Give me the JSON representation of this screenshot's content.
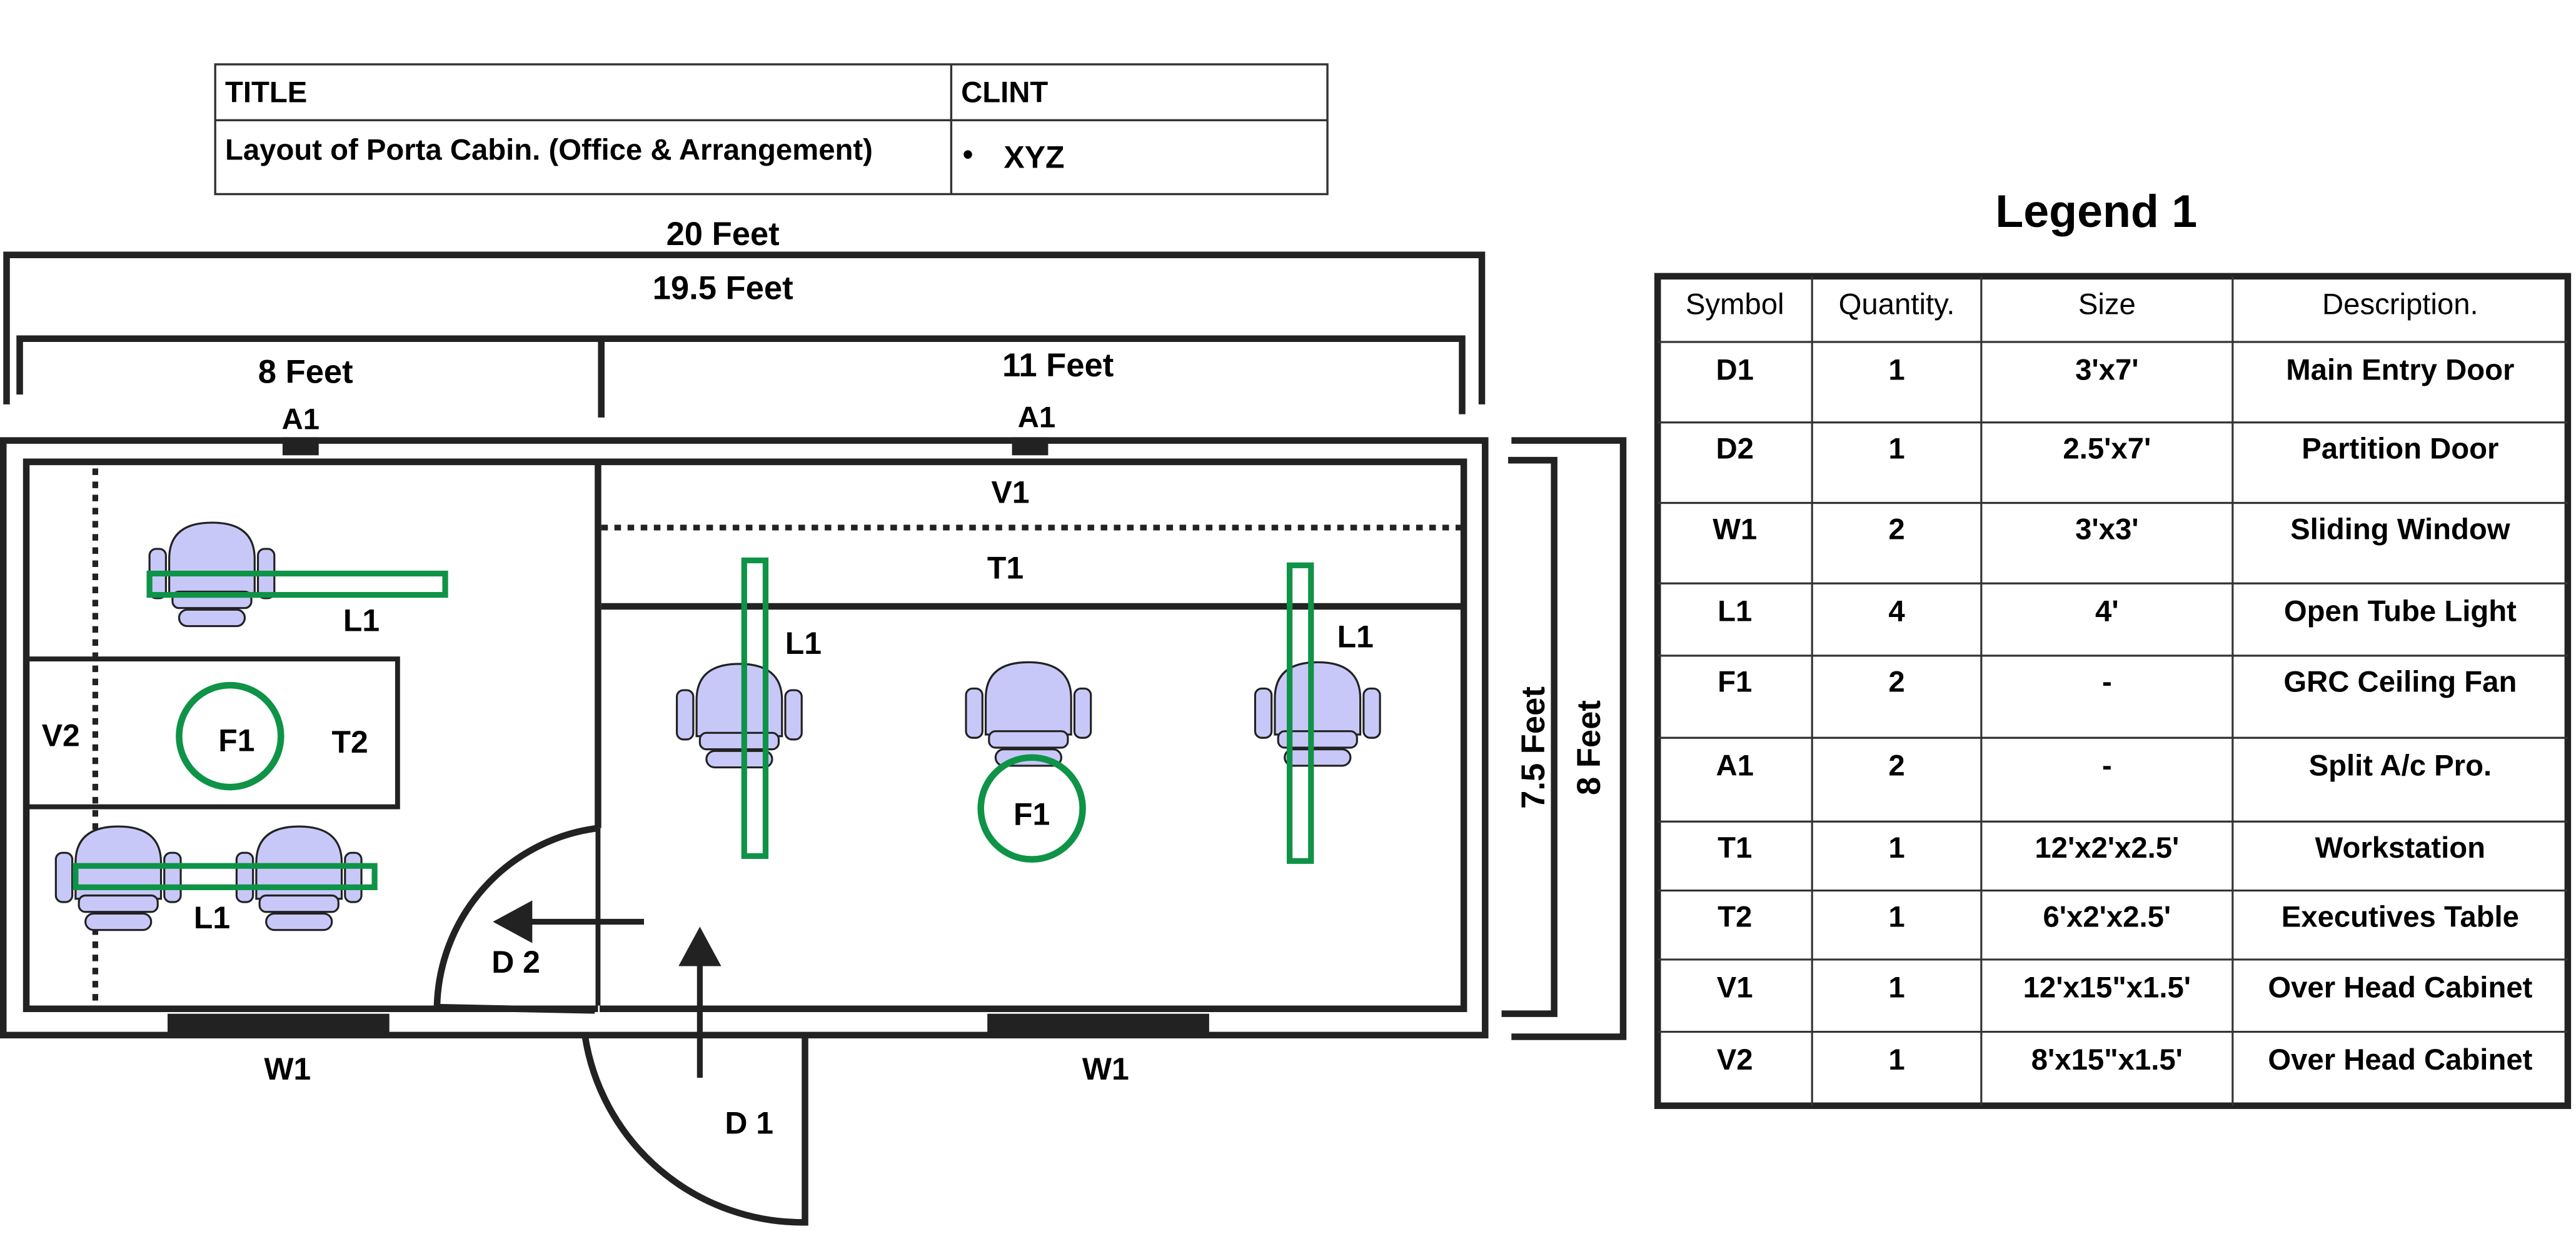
{
  "title_block": {
    "title_header": "TITLE",
    "client_header": "CLINT",
    "title_value": "Layout of Porta Cabin. (Office &  Arrangement)",
    "client_bullet": "•",
    "client_value": "XYZ"
  },
  "dimensions": {
    "overall_outer": "20 Feet",
    "overall_inner": "19.5 Feet",
    "left_room": "8 Feet",
    "right_room": "11 Feet",
    "depth_inner": "7.5 Feet",
    "depth_outer": "8 Feet"
  },
  "plan_labels": {
    "ac_left": "A1",
    "ac_right": "A1",
    "cabinet_v1": "V1",
    "workstation_t1": "T1",
    "cabinet_v2": "V2",
    "fan_left": "F1",
    "fan_right": "F1",
    "exec_table_t2": "T2",
    "light_left_top": "L1",
    "light_left_bottom": "L1",
    "light_right_1": "L1",
    "light_right_2": "L1",
    "door_d2": "D 2",
    "door_d1": "D 1",
    "window_left": "W1",
    "window_right": "W1"
  },
  "legend": {
    "title": "Legend 1",
    "columns": [
      "Symbol",
      "Quantity.",
      "Size",
      "Description."
    ],
    "rows": [
      {
        "symbol": "D1",
        "quantity": "1",
        "size": "3'x7'",
        "description": "Main Entry Door"
      },
      {
        "symbol": "D2",
        "quantity": "1",
        "size": "2.5'x7'",
        "description": "Partition Door"
      },
      {
        "symbol": "W1",
        "quantity": "2",
        "size": "3'x3'",
        "description": "Sliding Window"
      },
      {
        "symbol": "L1",
        "quantity": "4",
        "size": "4'",
        "description": "Open Tube Light"
      },
      {
        "symbol": "F1",
        "quantity": "2",
        "size": "-",
        "description": "GRC Ceiling Fan"
      },
      {
        "symbol": "A1",
        "quantity": "2",
        "size": "-",
        "description": "Split A/c Pro."
      },
      {
        "symbol": "T1",
        "quantity": "1",
        "size": "12'x2'x2.5'",
        "description": "Workstation"
      },
      {
        "symbol": "T2",
        "quantity": "1",
        "size": "6'x2'x2.5'",
        "description": "Executives Table"
      },
      {
        "symbol": "V1",
        "quantity": "1",
        "size": "12'x15\"x1.5'",
        "description": "Over Head Cabinet"
      },
      {
        "symbol": "V2",
        "quantity": "1",
        "size": "8'x15\"x1.5'",
        "description": "Over Head Cabinet"
      }
    ]
  },
  "colors": {
    "line": "#222222",
    "chair_fill": "#c8c8f8",
    "fixture_green": "#0e9347",
    "background": "#ffffff"
  }
}
